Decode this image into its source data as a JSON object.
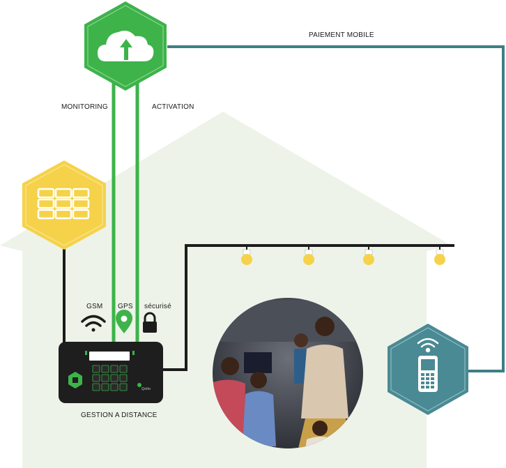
{
  "labels": {
    "paiement_mobile": "PAIEMENT MOBILE",
    "monitoring": "MONITORING",
    "activation": "ACTIVATION",
    "gsm": "GSM",
    "gps": "GPS",
    "securise": "sécurisé",
    "gestion": "GESTION A DISTANCE",
    "brand": "Qotto"
  },
  "colors": {
    "house_bg": "#edf3e8",
    "cloud_green": "#3db34a",
    "solar_yellow": "#f5d249",
    "phone_teal": "#4a8a94",
    "line_teal": "#3d7f86",
    "wire_black": "#1c1c1c",
    "bulb_yellow": "#f5d24a"
  },
  "icons": [
    "cloud-upload-icon",
    "solar-panel-icon",
    "wifi-icon",
    "gps-pin-icon",
    "lock-icon",
    "mobile-phone-icon",
    "light-bulb-icon"
  ]
}
